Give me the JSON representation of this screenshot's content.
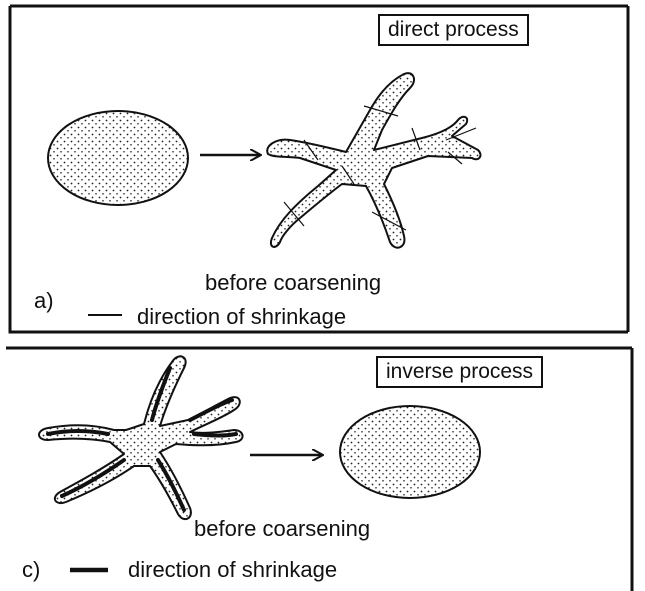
{
  "panels": [
    {
      "id": "top",
      "letter": "a)",
      "tag": "direct process",
      "caption": "before coarsening",
      "legend": "direction of  shrinkage"
    },
    {
      "id": "bottom",
      "letter": "c)",
      "tag": "inverse process",
      "caption": "before coarsening",
      "legend": "direction of  shrinkage"
    }
  ],
  "colors": {
    "ink": "#111111",
    "background": "#ffffff"
  }
}
